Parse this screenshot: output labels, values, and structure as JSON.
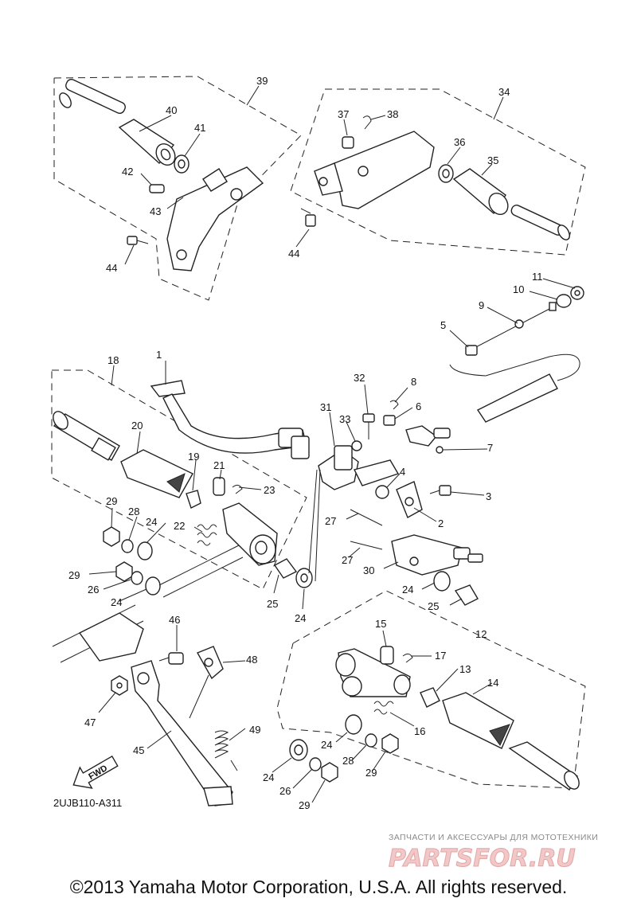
{
  "diagram": {
    "callouts": [
      "1",
      "2",
      "3",
      "4",
      "5",
      "6",
      "7",
      "8",
      "9",
      "10",
      "11",
      "12",
      "13",
      "14",
      "15",
      "16",
      "17",
      "18",
      "19",
      "20",
      "21",
      "22",
      "23",
      "24",
      "25",
      "26",
      "27",
      "28",
      "29",
      "30",
      "31",
      "32",
      "33",
      "34",
      "35",
      "36",
      "37",
      "38",
      "39",
      "40",
      "41",
      "42",
      "43",
      "44",
      "45",
      "46",
      "47",
      "48",
      "49"
    ],
    "drawing_code": "2UJB110-A311",
    "fwd_label": "FWD"
  },
  "watermark": {
    "line1": "ЗАПЧАСТИ И АКСЕССУАРЫ ДЛЯ МОТОТЕХНИКИ",
    "line2": "PARTSFOR.RU"
  },
  "footer": {
    "copyright": "©2013 Yamaha Motor Corporation, U.S.A. All rights reserved."
  }
}
